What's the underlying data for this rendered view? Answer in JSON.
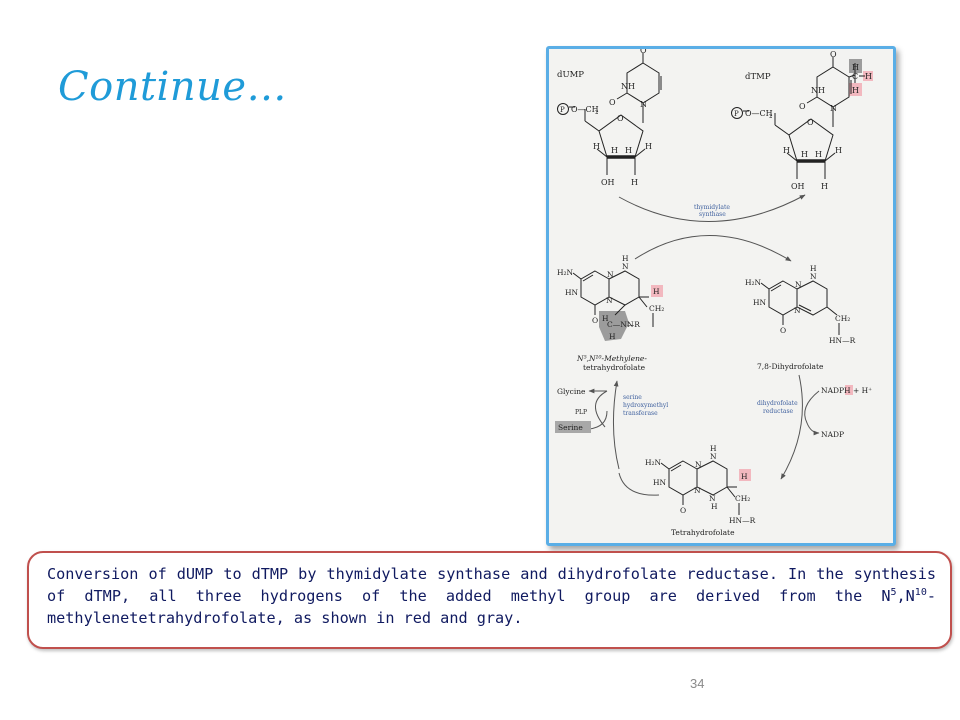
{
  "slide": {
    "title": "Continue…",
    "page_number": "34"
  },
  "colors": {
    "title": "#1f9bd8",
    "frame_border": "#5aaee6",
    "caption_border": "#c0504d",
    "caption_text": "#101a60",
    "highlight_red": "#f2b8bf",
    "highlight_gray": "#9c9c9c",
    "enzyme_label": "#3d5f9e"
  },
  "caption": {
    "part1": "Conversion of dUMP to dTMP by thymidylate synthase and dihydrofolate reductase. In the synthesis of dTMP, all three hydrogens of the added methyl group are derived from the N",
    "sup1": "5",
    "part2": ",N",
    "sup2": "10",
    "part3": "-methylenetetrahydrofolate, as shown in red and gray."
  },
  "diagram": {
    "dump": {
      "name": "dUMP",
      "phosphate": "P",
      "o_ch2": "O—CH",
      "ch2_sub": "2",
      "ring_o": "O",
      "n": "N",
      "nh": "NH",
      "o_top": "O",
      "o_left": "O",
      "h": "H",
      "oh": "OH"
    },
    "dtmp": {
      "name": "dTMP",
      "phosphate": "P",
      "o_ch2": "O—CH",
      "ch2_sub": "2",
      "ring_o": "O",
      "n": "N",
      "nh": "NH",
      "o_top": "O",
      "o_left": "O",
      "h": "H",
      "c": "C",
      "oh": "OH"
    },
    "enzymes": {
      "ts_line1": "thymidylate",
      "ts_line2": "synthase",
      "shmt_line1": "serine",
      "shmt_line2": "hydroxymethyl",
      "shmt_line3": "transferase",
      "dhfr_line1": "dihydrofolate",
      "dhfr_line2": "reductase",
      "plp": "PLP"
    },
    "methylene_thf": {
      "label_line1": "N⁵,N¹⁰-Methylene-",
      "label_line2": "tetrahydrofolate",
      "h2n": "H₂N",
      "hn": "HN",
      "n": "N",
      "h": "H",
      "o": "O",
      "ch2": "CH₂",
      "c_n_r": "C—N—R"
    },
    "dhf": {
      "label": "7,8-Dihydrofolate",
      "h2n": "H₂N",
      "hn": "HN",
      "n": "N",
      "h": "H",
      "o": "O",
      "ch2": "CH₂",
      "hn_r": "HN—R"
    },
    "thf": {
      "label": "Tetrahydrofolate",
      "h2n": "H₂N",
      "hn": "HN",
      "n": "N",
      "h": "H",
      "o": "O",
      "ch2": "CH₂",
      "hn_r": "HN—R"
    },
    "cofactors": {
      "glycine": "Glycine",
      "serine": "Serine",
      "nadph_a": "NADP",
      "nadph_h": "H",
      "nadph_plus": " + H⁺",
      "nadp": "NADP"
    }
  }
}
